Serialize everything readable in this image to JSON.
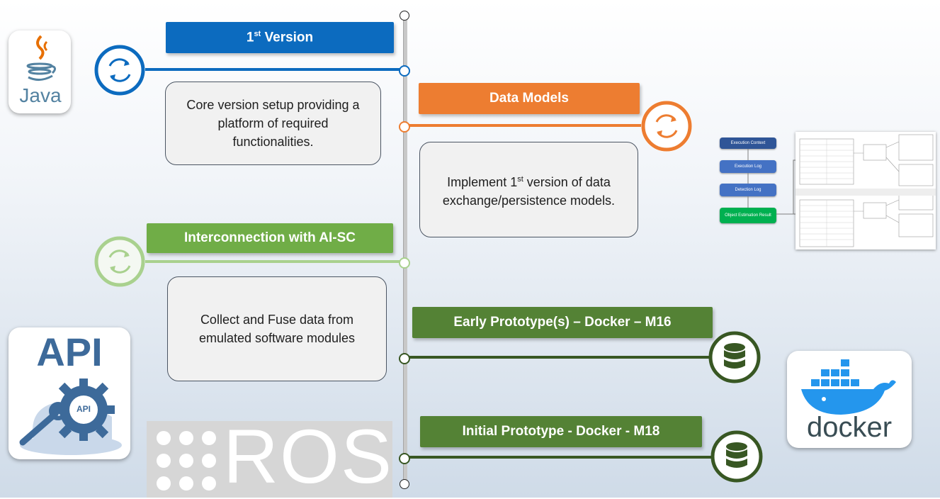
{
  "milestones": {
    "first_version": {
      "label_main": "1",
      "label_sup": "st",
      "label_rest": " Version",
      "color": "#0c6bbf",
      "desc": "Core version setup providing a platform of required functionalities."
    },
    "data_models": {
      "label": "Data Models",
      "color": "#ed7d31",
      "desc_pre": "Implement 1",
      "desc_sup": "st",
      "desc_post": " version of data exchange/persistence models."
    },
    "interconnection": {
      "label": "Interconnection with AI-SC",
      "color": "#70ad47",
      "desc": "Collect and Fuse data from emulated software modules"
    },
    "early_prototype": {
      "label": "Early Prototype(s) – Docker – M16",
      "color": "#548235"
    },
    "initial_prototype": {
      "label": "Initial Prototype - Docker  - M18",
      "color": "#548235"
    }
  },
  "logos": {
    "java": "Java",
    "api_big": "API",
    "api_small": "API",
    "ros": "ROS",
    "docker": "docker"
  },
  "schema_preview": {
    "boxes": [
      "Execution Context",
      "Execution Log",
      "Detection Log",
      "Object Estimation Result"
    ]
  }
}
